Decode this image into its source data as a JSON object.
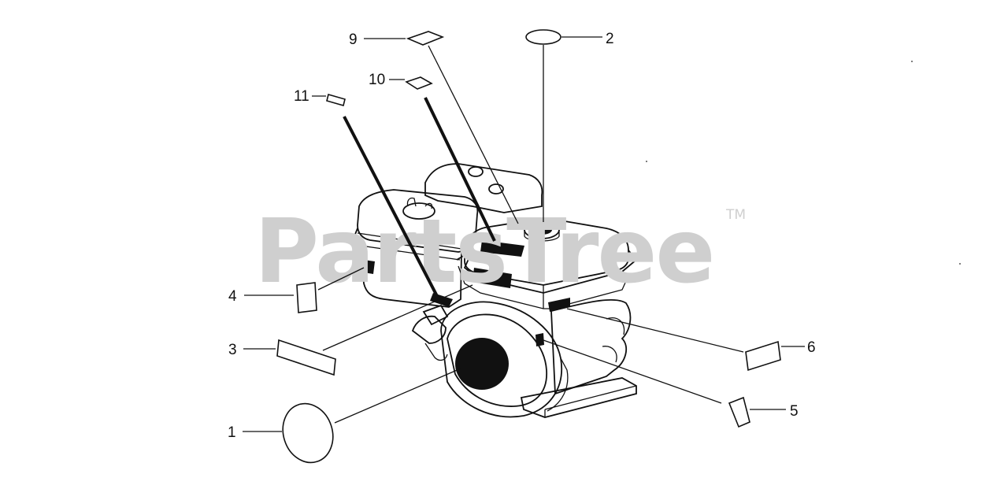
{
  "watermark": {
    "text": "PartsTree",
    "trademark": "TM"
  },
  "callouts": [
    {
      "id": "1",
      "label": "1"
    },
    {
      "id": "2",
      "label": "2"
    },
    {
      "id": "3",
      "label": "3"
    },
    {
      "id": "4",
      "label": "4"
    },
    {
      "id": "5",
      "label": "5"
    },
    {
      "id": "6",
      "label": "6"
    },
    {
      "id": "9",
      "label": "9"
    },
    {
      "id": "10",
      "label": "10"
    },
    {
      "id": "11",
      "label": "11"
    }
  ]
}
